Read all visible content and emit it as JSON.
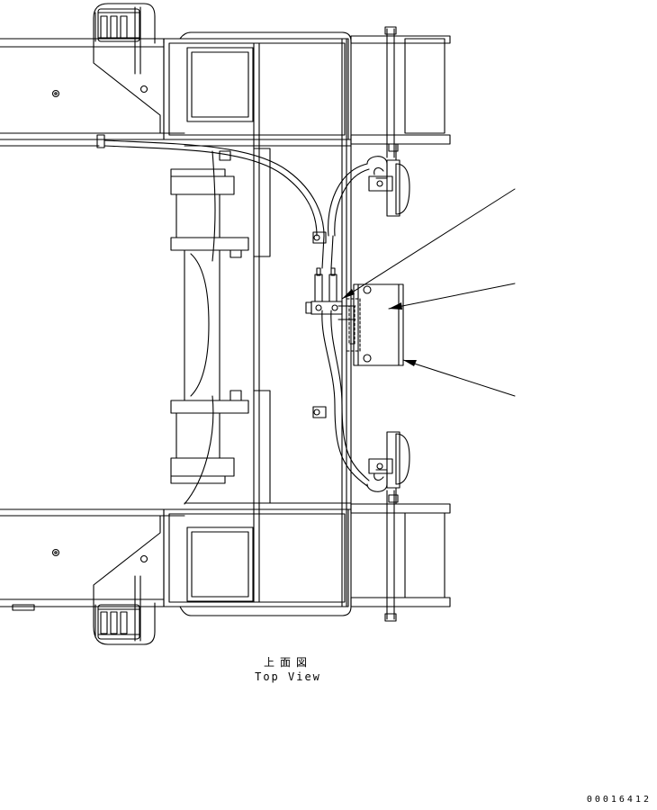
{
  "caption": {
    "japanese": "上面図",
    "english": "Top View"
  },
  "drawing_number": "00016412",
  "colors": {
    "line": "#000000",
    "background": "#ffffff"
  }
}
